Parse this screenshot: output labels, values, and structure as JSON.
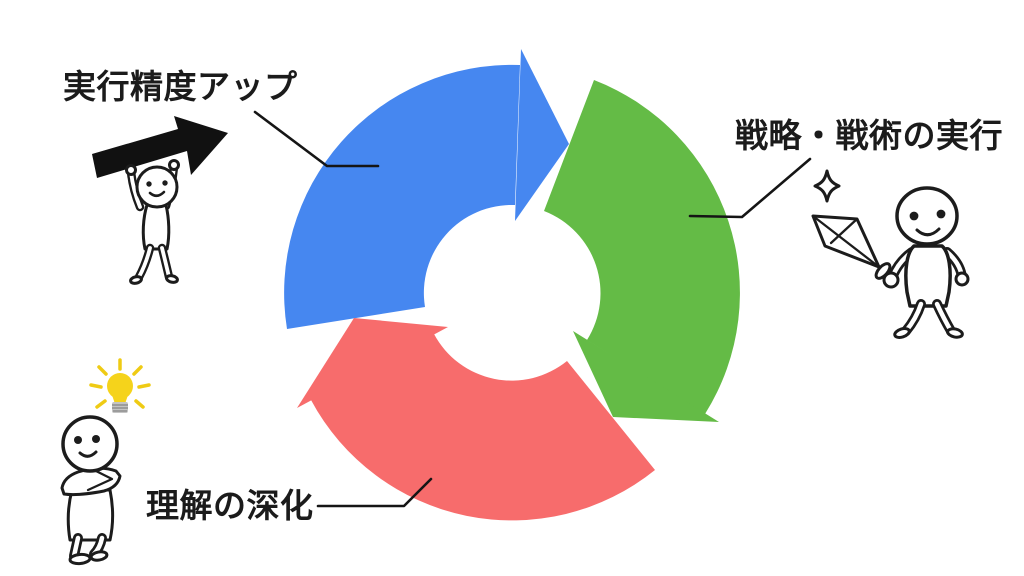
{
  "diagram": {
    "type": "cycle",
    "direction": "clockwise",
    "steps": [
      {
        "id": 1,
        "label": "実行精度アップ",
        "color": "#4687F0",
        "position": "top-left"
      },
      {
        "id": 2,
        "label": "戦略・戦術の実行",
        "color": "#64BB46",
        "position": "right"
      },
      {
        "id": 3,
        "label": "理解の深化",
        "color": "#F76C6C",
        "position": "bottom-left"
      }
    ]
  },
  "icons": {
    "black_arrow": {
      "name": "up-right-arrow-icon",
      "color": "#111111"
    },
    "sparkle": {
      "name": "sparkle-icon",
      "fill": "#ffffff"
    },
    "sword": {
      "name": "crystal-sword-icon"
    },
    "lightbulb": {
      "name": "lightbulb-icon",
      "bulb_color": "#F5D31B",
      "ray_color": "#EFCB14",
      "base_color": "#C4C4C4"
    }
  },
  "figures": [
    {
      "name": "person-lifting-arrow",
      "position": "top-left"
    },
    {
      "name": "person-holding-sword",
      "position": "right"
    },
    {
      "name": "person-arms-crossed-thinking",
      "position": "bottom-left"
    }
  ],
  "canvas": {
    "background": "#FFFFFF",
    "line_color": "#151515"
  }
}
